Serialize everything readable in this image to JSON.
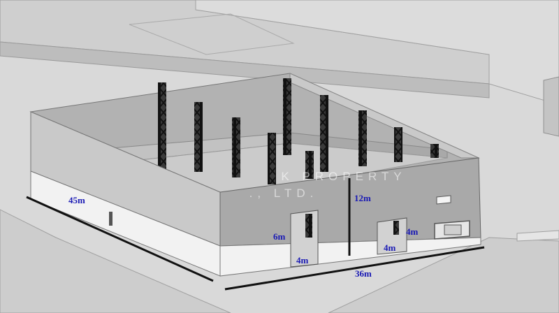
{
  "dimensions": {
    "length_side": "45m",
    "length_front": "36m",
    "height_wall": "12m",
    "door_left_height": "6m",
    "door_left_width": "4m",
    "door_right_width": "4m",
    "door_right_height": "4m"
  },
  "watermark": {
    "line1": "K PROPERTY",
    "line2": "., LTD."
  },
  "colors": {
    "ground": "#d9d9d9",
    "wall_upper": "#a9a9a9",
    "wall_side_upper": "#c9c9c9",
    "wall_base": "#f2f2f2",
    "interior": "#b5b5b5",
    "label": "#1a1ab4",
    "column": "#2b2b2b"
  },
  "icons": {
    "column": "lattice-column"
  }
}
